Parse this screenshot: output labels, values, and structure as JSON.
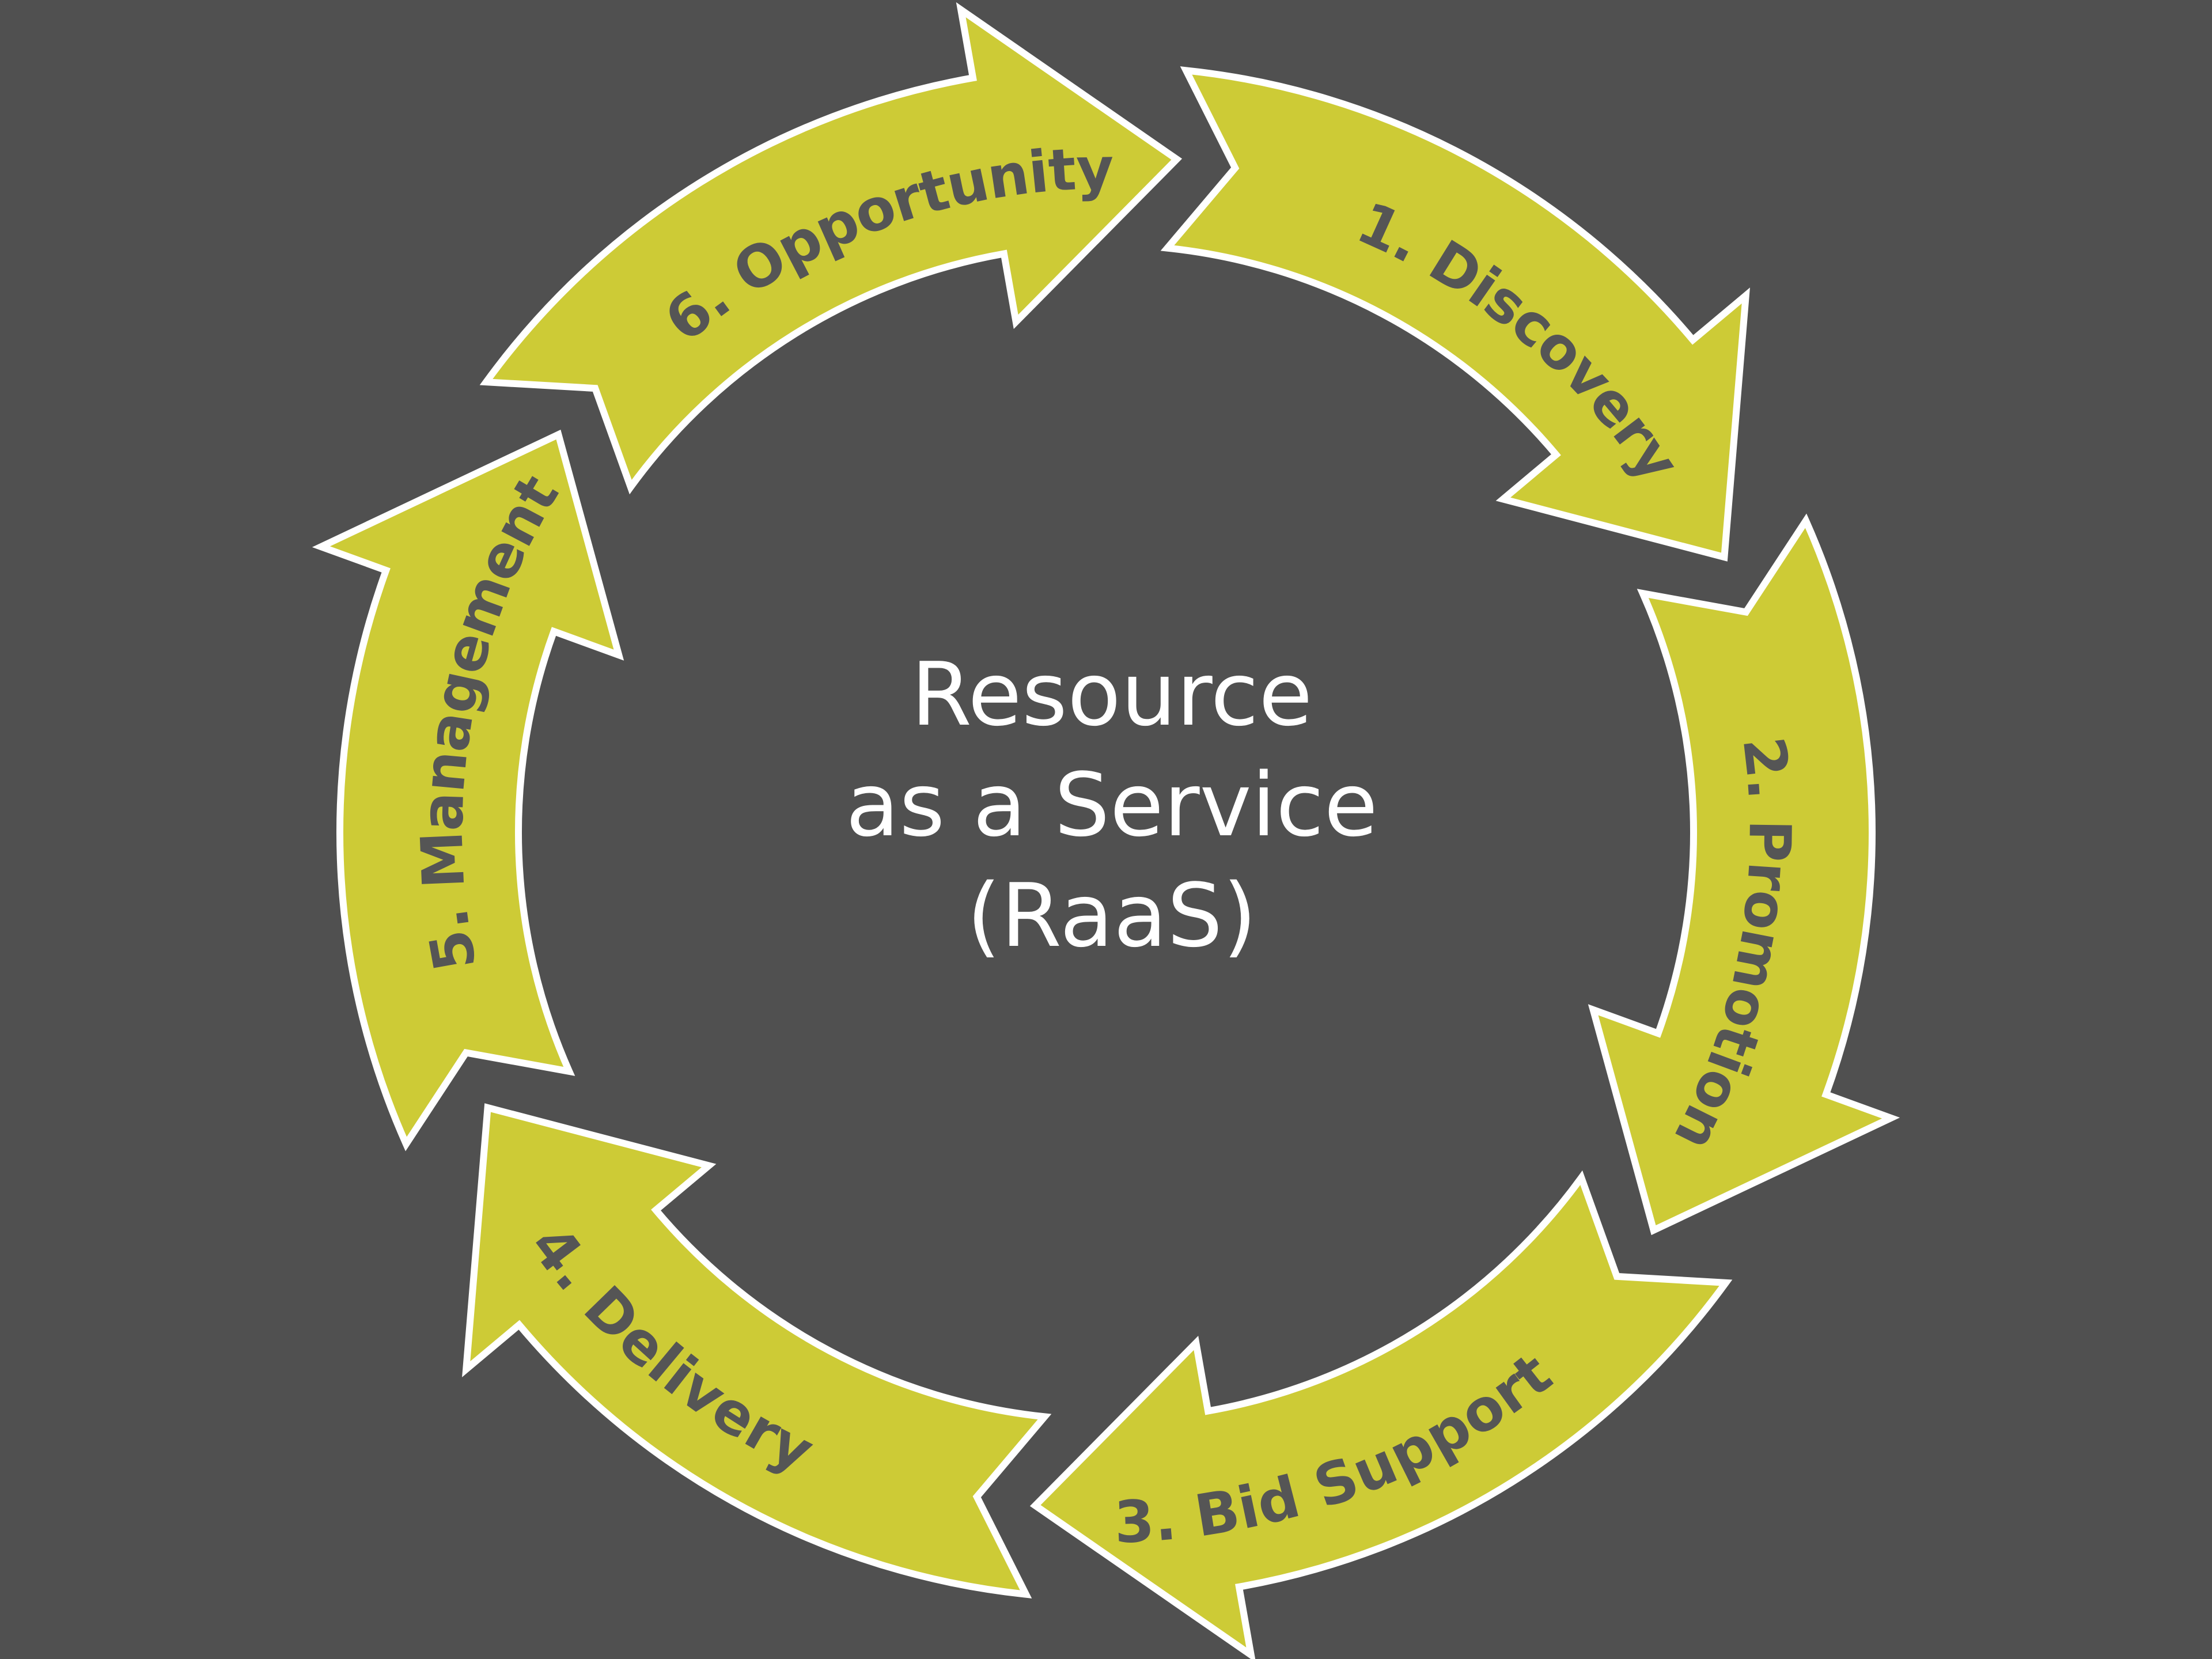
{
  "diagram": {
    "center_lines": [
      "Resource",
      "as a Service",
      "(RaaS)"
    ],
    "steps": [
      {
        "id": "discovery",
        "label": "1. Discovery"
      },
      {
        "id": "promotion",
        "label": "2. Promotion"
      },
      {
        "id": "bid-support",
        "label": "3. Bid Support"
      },
      {
        "id": "delivery",
        "label": "4. Delivery"
      },
      {
        "id": "management",
        "label": "5. Management"
      },
      {
        "id": "opportunity",
        "label": "6. Opportunity"
      }
    ]
  },
  "colors": {
    "background": "#505050",
    "arrow_fill": "#CDCB36",
    "arrow_outline": "#FFFFFF",
    "label_text": "#555555",
    "center_text": "#FFFFFF"
  }
}
